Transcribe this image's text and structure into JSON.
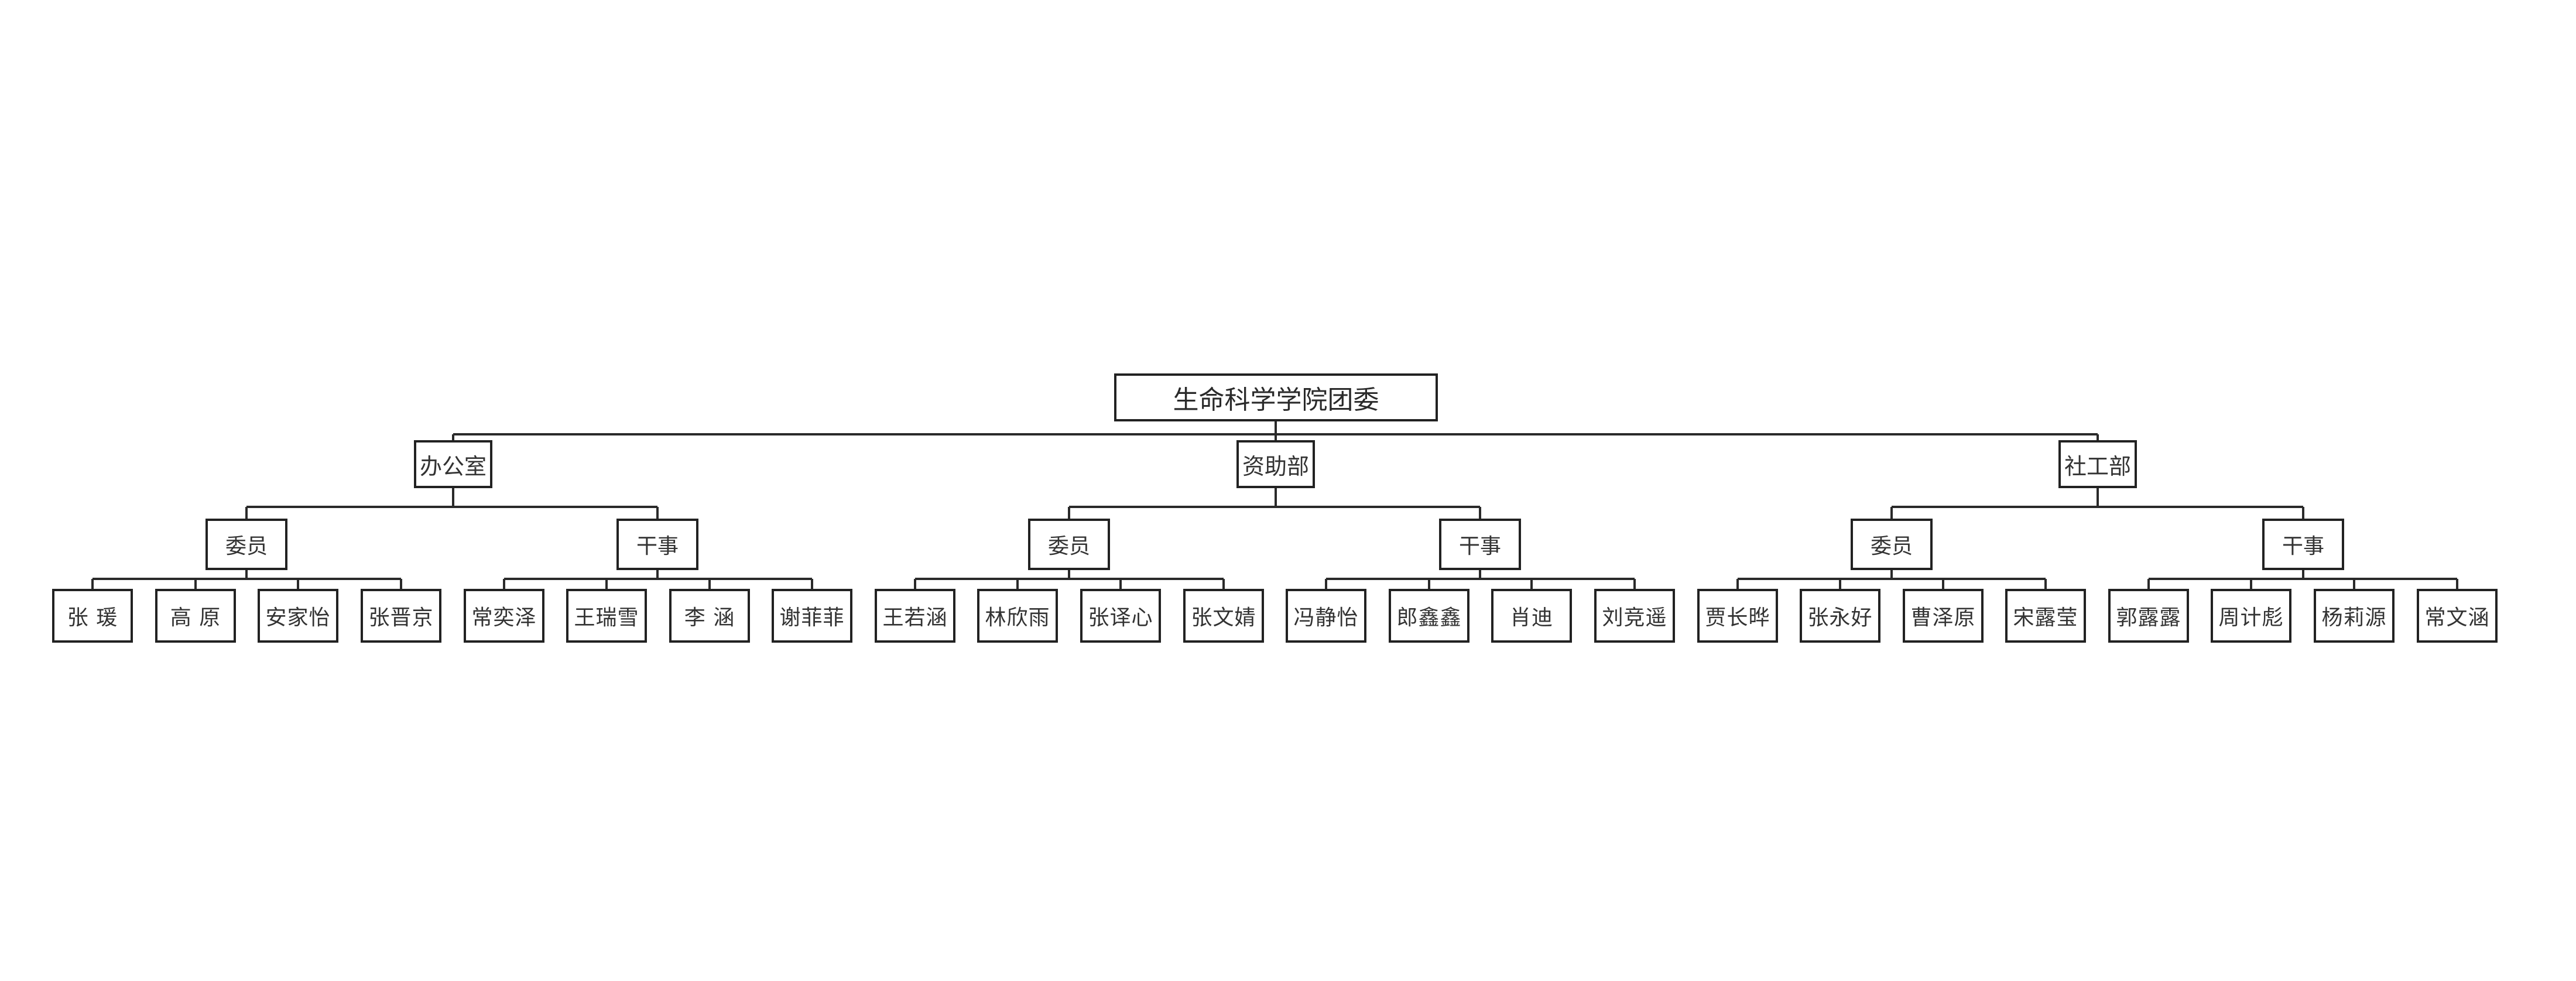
{
  "root": {
    "label": "生命科学学院团委"
  },
  "departments": [
    {
      "label": "办公室",
      "roles": [
        {
          "label": "委员",
          "members": [
            "张 瑗",
            "高 原",
            "安家怡",
            "张晋京"
          ]
        },
        {
          "label": "干事",
          "members": [
            "常奕泽",
            "王瑞雪",
            "李 涵",
            "谢菲菲"
          ]
        }
      ]
    },
    {
      "label": "资助部",
      "roles": [
        {
          "label": "委员",
          "members": [
            "王若涵",
            "林欣雨",
            "张译心",
            "张文婧"
          ]
        },
        {
          "label": "干事",
          "members": [
            "冯静怡",
            "郎鑫鑫",
            "肖迪",
            "刘竞遥"
          ]
        }
      ]
    },
    {
      "label": "社工部",
      "roles": [
        {
          "label": "委员",
          "members": [
            "贾长晔",
            "张永好",
            "曹泽原",
            "宋露莹"
          ]
        },
        {
          "label": "干事",
          "members": [
            "郭露露",
            "周计彪",
            "杨莉源",
            "常文涵"
          ]
        }
      ]
    }
  ]
}
